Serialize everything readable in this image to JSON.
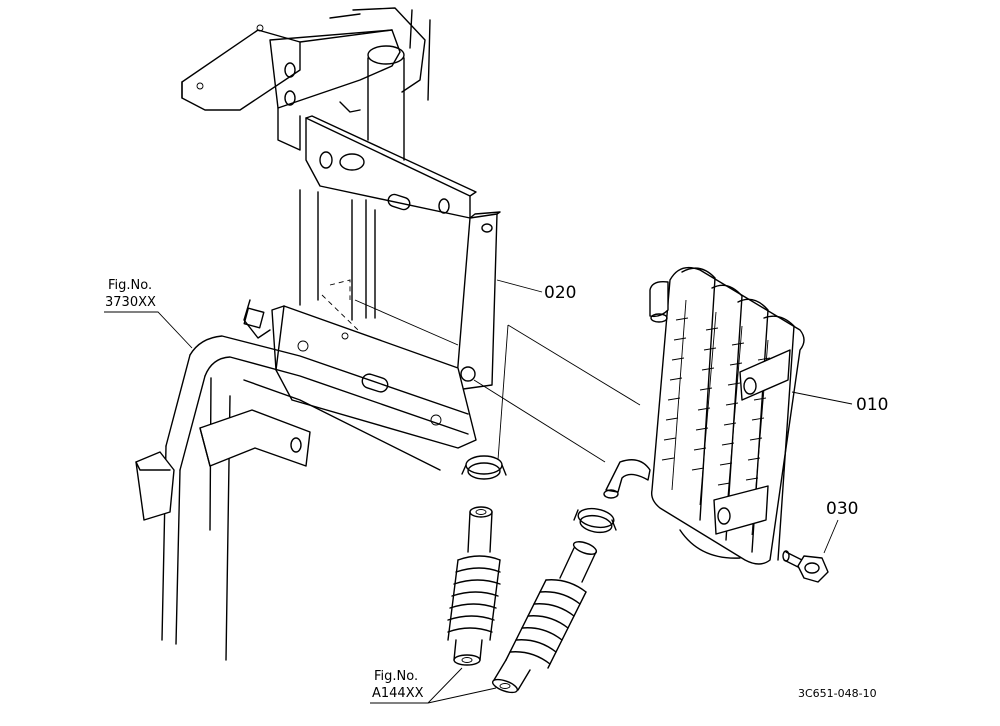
{
  "callouts": {
    "part_010": "010",
    "part_020": "020",
    "part_030": "030"
  },
  "references": {
    "frame_fig": {
      "label": "Fig.No.",
      "number": "3730XX"
    },
    "hose_fig": {
      "label": "Fig.No.",
      "number": "A144XX"
    }
  },
  "drawing_id": "3C651-048-10"
}
